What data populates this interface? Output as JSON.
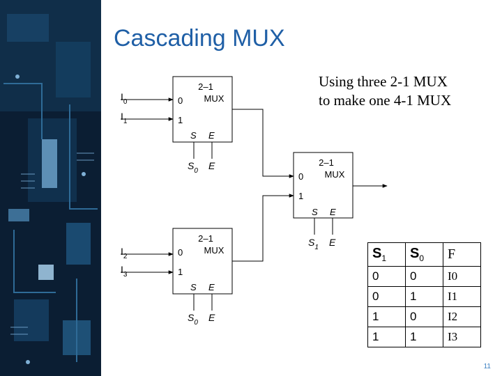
{
  "title": "Cascading MUX",
  "description": [
    "Using three 2-1 MUX",
    "to make one 4-1 MUX"
  ],
  "page_number": "11",
  "diagram": {
    "mux_top": {
      "label_line1": "2–1",
      "label_line2": "MUX",
      "in0": "0",
      "in1": "1",
      "s": "S",
      "e": "E",
      "select_main": "S",
      "select_sub": "0",
      "enable": "E",
      "input_a_main": "I",
      "input_a_sub": "0",
      "input_b_main": "I",
      "input_b_sub": "1"
    },
    "mux_bottom": {
      "label_line1": "2–1",
      "label_line2": "MUX",
      "in0": "0",
      "in1": "1",
      "s": "S",
      "e": "E",
      "select_main": "S",
      "select_sub": "0",
      "enable": "E",
      "input_a_main": "I",
      "input_a_sub": "2",
      "input_b_main": "I",
      "input_b_sub": "3"
    },
    "mux_final": {
      "label_line1": "2–1",
      "label_line2": "MUX",
      "in0": "0",
      "in1": "1",
      "s": "S",
      "e": "E",
      "select_main": "S",
      "select_sub": "1",
      "enable": "E"
    }
  },
  "truth_table": {
    "headers": [
      {
        "main": "S",
        "sub": "1"
      },
      {
        "main": "S",
        "sub": "0"
      },
      {
        "main": "F",
        "sub": ""
      }
    ],
    "rows": [
      [
        "0",
        "0",
        "I0"
      ],
      [
        "0",
        "1",
        "I1"
      ],
      [
        "1",
        "0",
        "I2"
      ],
      [
        "1",
        "1",
        "I3"
      ]
    ]
  }
}
